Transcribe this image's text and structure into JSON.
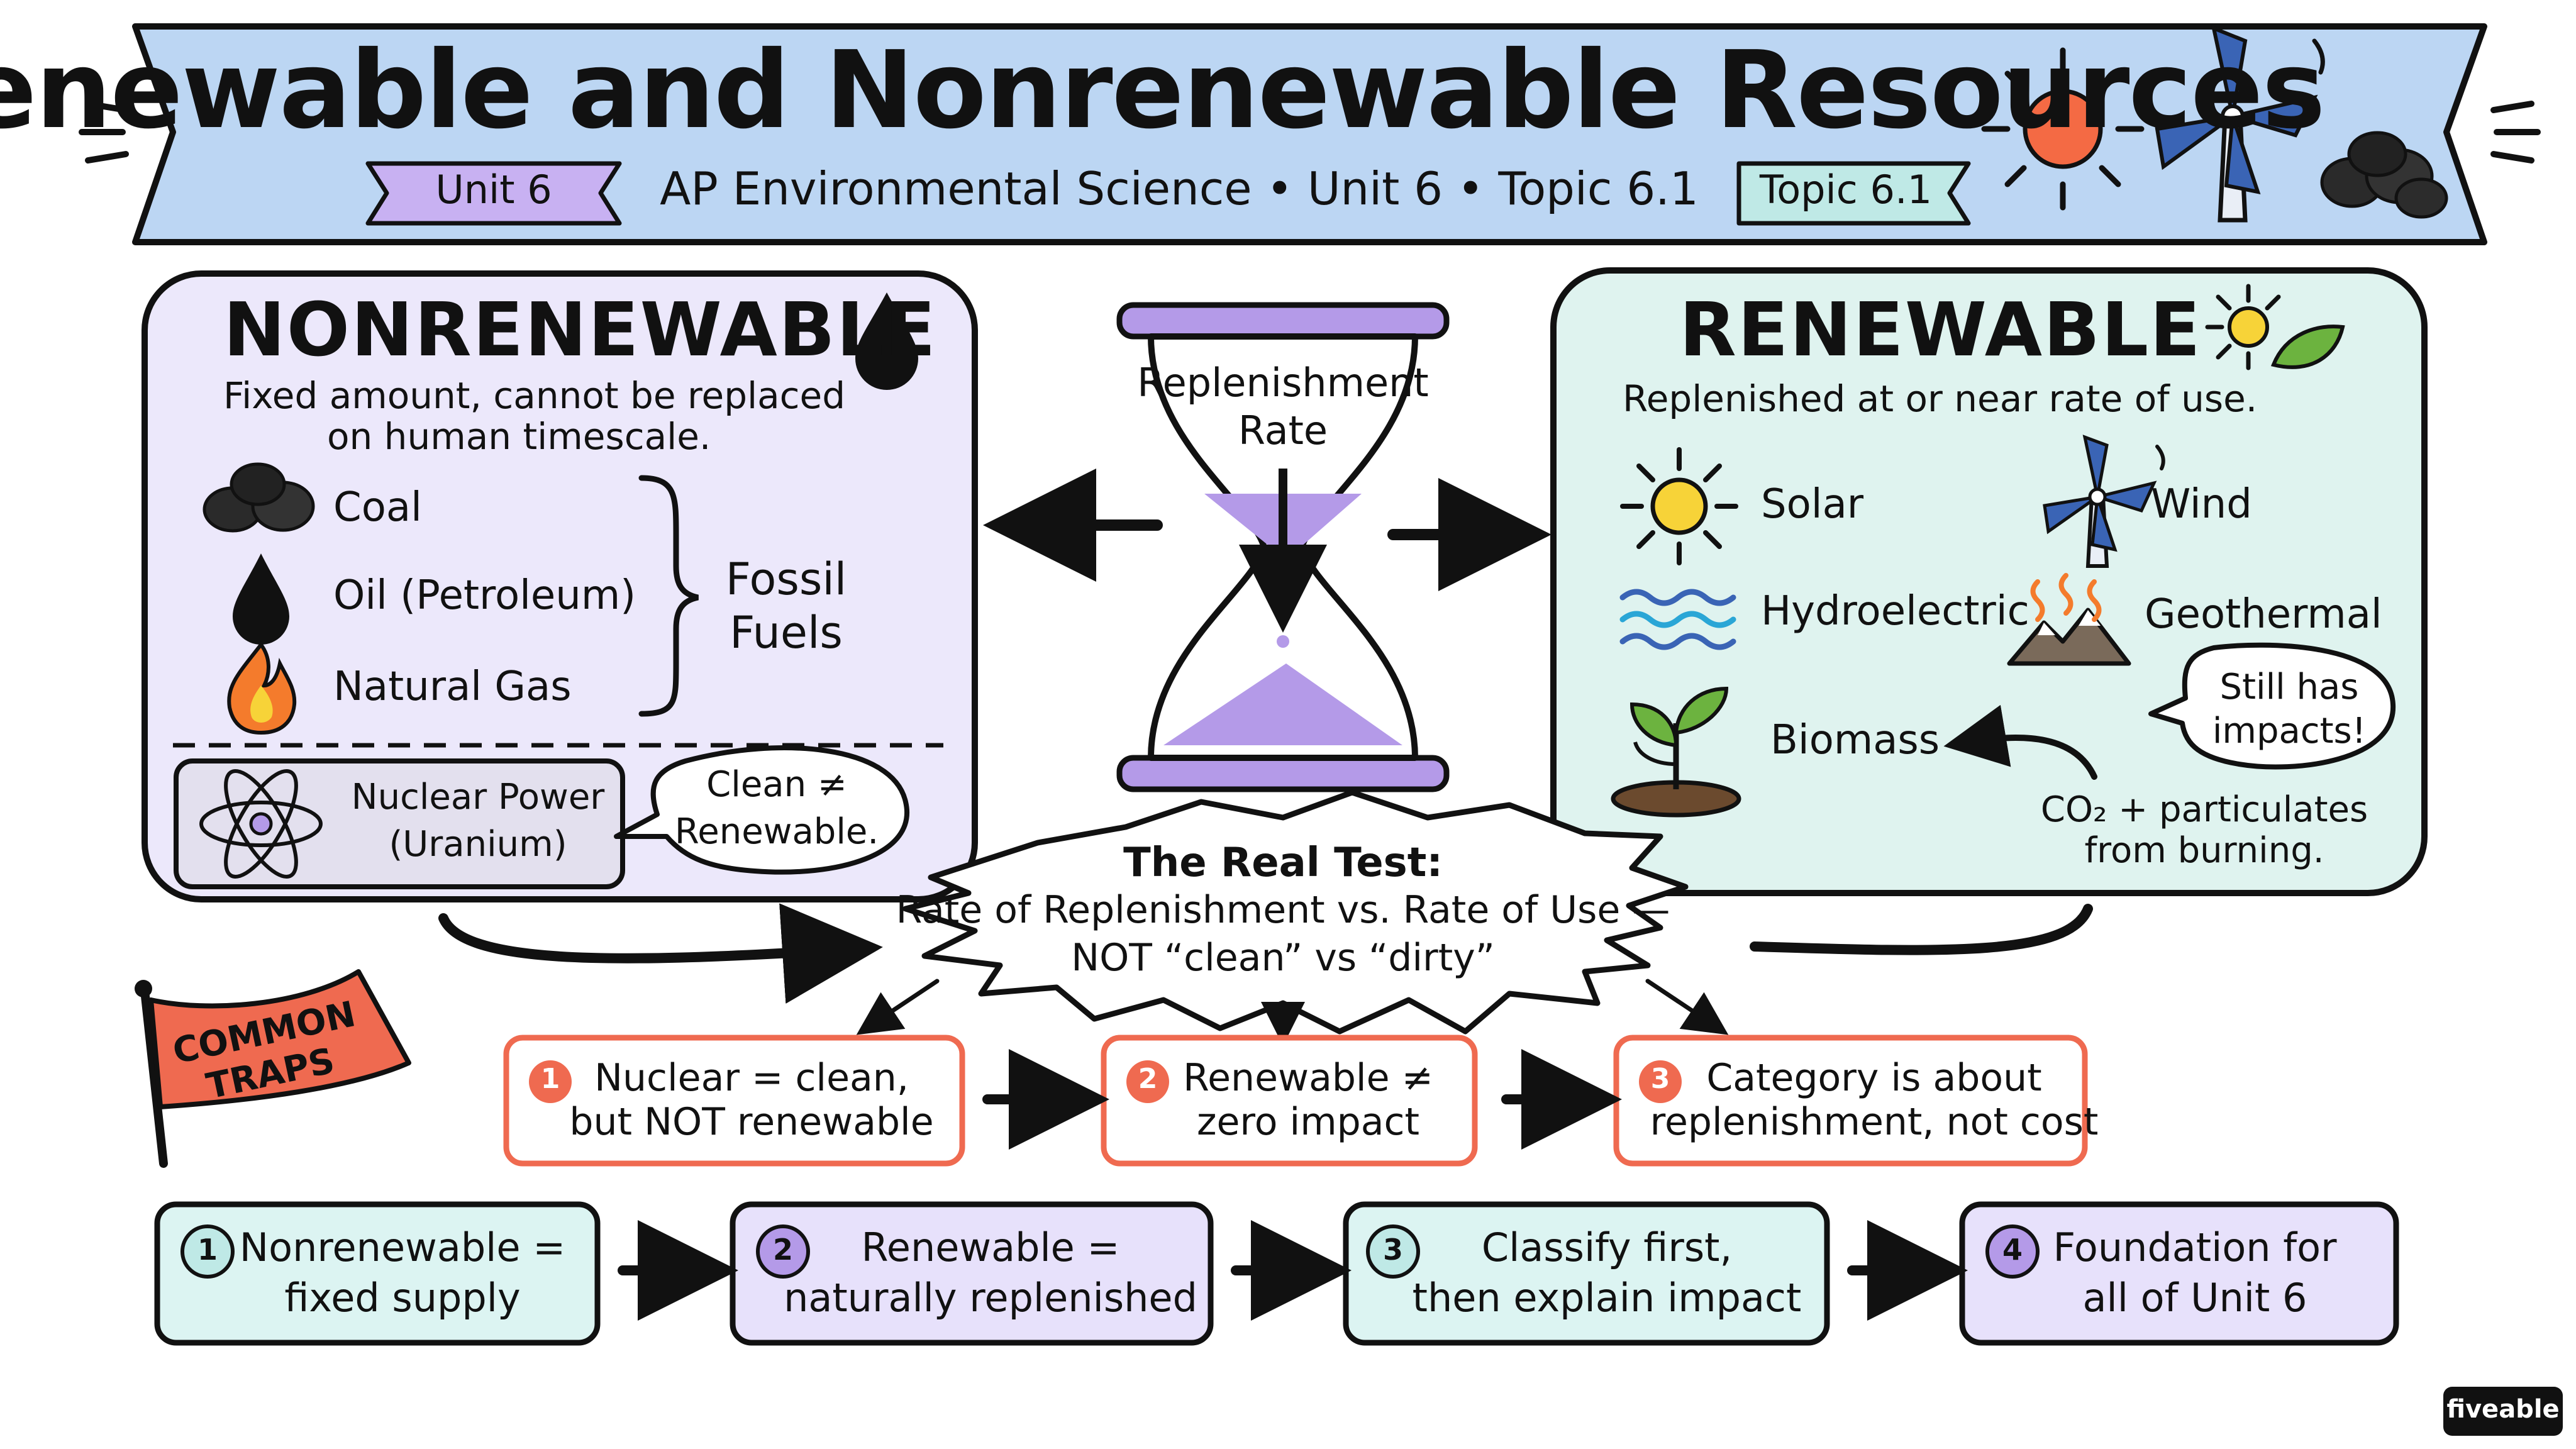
{
  "header": {
    "title": "Renewable and Nonrenewable Resources",
    "subtitle": "AP Environmental Science • Unit 6 • Topic 6.1",
    "unit_tag": "Unit 6",
    "topic_tag": "Topic 6.1",
    "icons": [
      "sun-icon",
      "wind-turbine-icon",
      "coal-icon"
    ]
  },
  "nonrenewable": {
    "heading": "NONRENEWABLE",
    "description_line1": "Fixed amount, cannot be replaced",
    "description_line2": "on human timescale.",
    "items": [
      {
        "label": "Coal",
        "icon": "coal-icon"
      },
      {
        "label": "Oil (Petroleum)",
        "icon": "oil-drop-icon"
      },
      {
        "label": "Natural Gas",
        "icon": "flame-icon"
      }
    ],
    "group_line1": "Fossil",
    "group_line2": "Fuels",
    "nuclear_line1": "Nuclear Power",
    "nuclear_line2": "(Uranium)",
    "bubble_line1": "Clean ≠",
    "bubble_line2": "Renewable."
  },
  "hourglass": {
    "label_line1": "Replenishment",
    "label_line2": "Rate"
  },
  "renewable": {
    "heading": "RENEWABLE",
    "description": "Replenished at or near rate of use.",
    "items": [
      {
        "label": "Solar",
        "icon": "sun-icon"
      },
      {
        "label": "Wind",
        "icon": "wind-turbine-icon"
      },
      {
        "label": "Hydroelectric",
        "icon": "water-waves-icon"
      },
      {
        "label": "Geothermal",
        "icon": "geothermal-icon"
      },
      {
        "label": "Biomass",
        "icon": "plant-icon"
      }
    ],
    "bubble_line1": "Still has",
    "bubble_line2": "impacts!",
    "note_line1": "CO₂ + particulates",
    "note_line2": "from burning."
  },
  "real_test": {
    "line1": "The Real Test:",
    "line2": "Rate of Replenishment vs. Rate of Use —",
    "line3": "NOT “clean” vs “dirty”"
  },
  "traps": {
    "flag_line1": "COMMON",
    "flag_line2": "TRAPS",
    "items": [
      {
        "num": "1",
        "line1": "Nuclear = clean,",
        "line2": "but NOT renewable"
      },
      {
        "num": "2",
        "line1": "Renewable ≠",
        "line2": "zero impact"
      },
      {
        "num": "3",
        "line1": "Category is about",
        "line2": "replenishment, not cost"
      }
    ]
  },
  "steps": [
    {
      "num": "1",
      "line1": "Nonrenewable =",
      "line2": "fixed supply"
    },
    {
      "num": "2",
      "line1": "Renewable =",
      "line2": "naturally replenished"
    },
    {
      "num": "3",
      "line1": "Classify first,",
      "line2": "then explain impact"
    },
    {
      "num": "4",
      "line1": "Foundation for",
      "line2": "all of Unit 6"
    }
  ],
  "brand": "fiveable",
  "colors": {
    "banner": "#bcd6f3",
    "nonrenewable_panel": "#ece8fb",
    "renewable_panel": "#dff3ef",
    "trap_red": "#ef6a50",
    "purple": "#b49ae8",
    "teal_step": "#dcf4f2",
    "lavender_step": "#e7e1fb",
    "sun": "#f46a44",
    "yellow": "#f7d338",
    "turbine_blue": "#3a64b5"
  }
}
